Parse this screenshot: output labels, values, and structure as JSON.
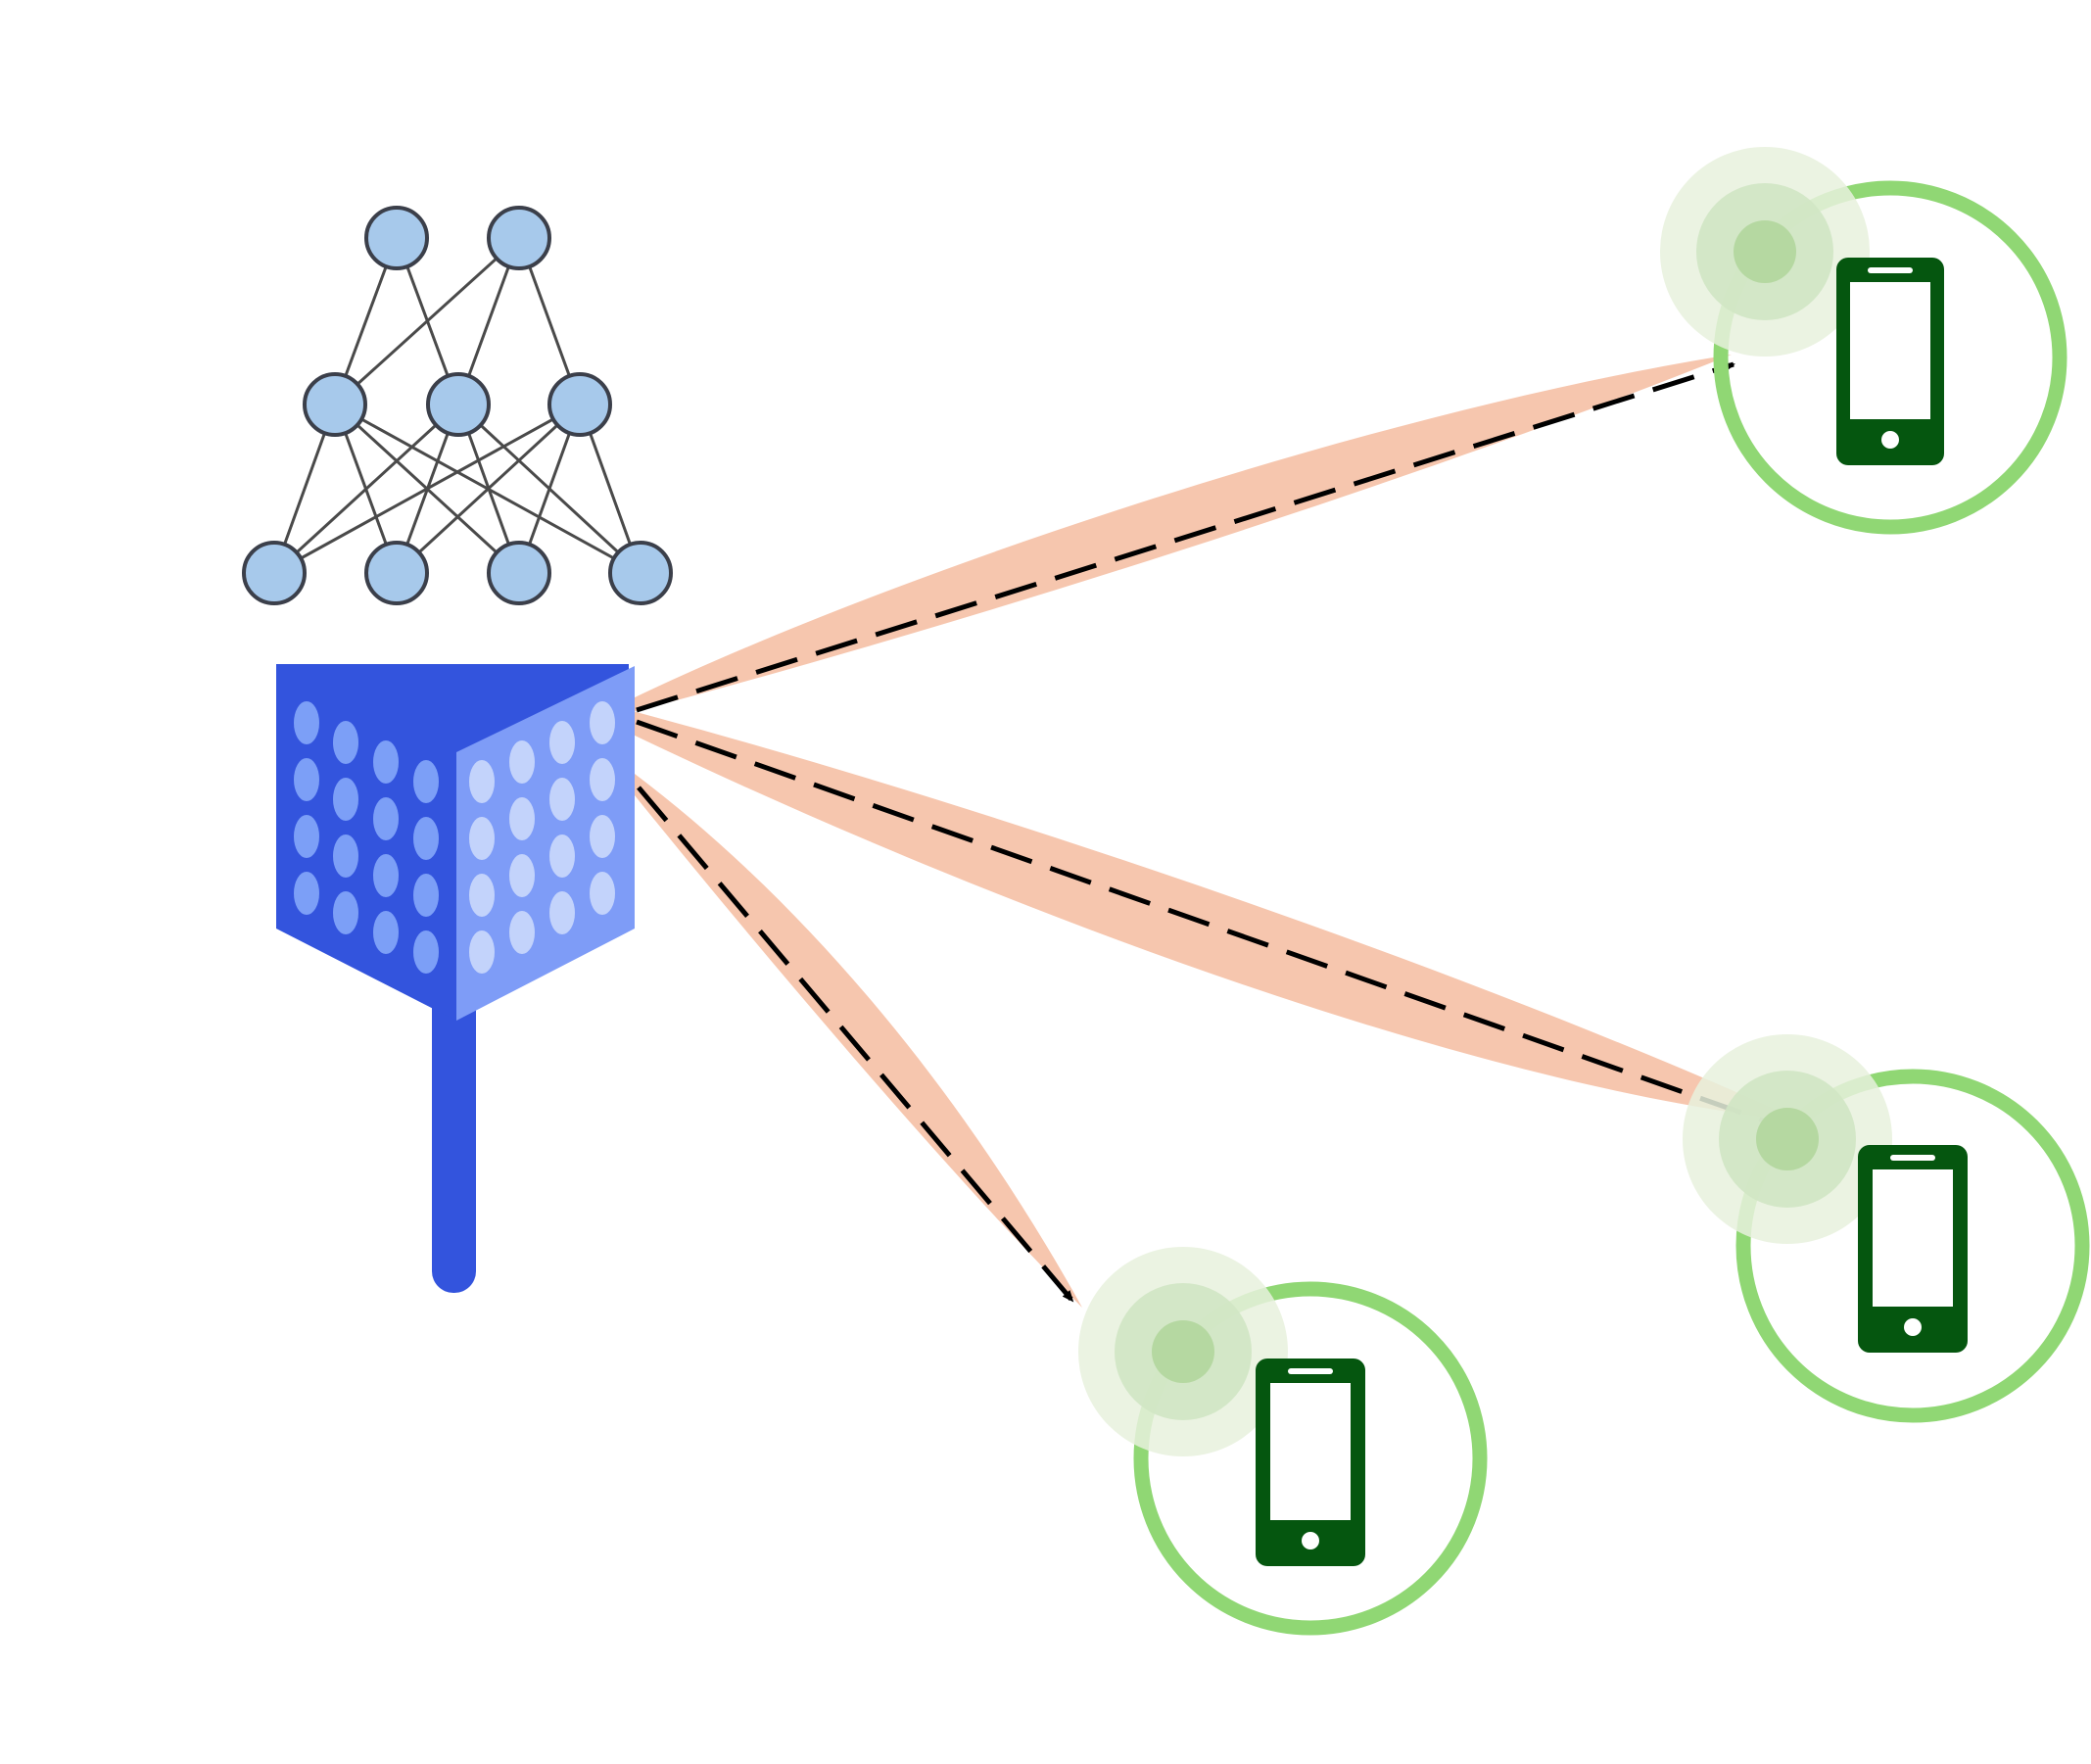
{
  "diagram": {
    "description_free": true,
    "colors": {
      "nn_node_fill": "#a7c9eb",
      "nn_node_stroke": "#3b3f4a",
      "nn_edge": "#4a4a4a",
      "antenna_front": "#3354dd",
      "antenna_side": "#7e9cf7",
      "antenna_dot_front": "#7c9ff7",
      "antenna_dot_side": "#c3d3fb",
      "beam": "#f6c6ae",
      "arrow": "#000000",
      "user_ring": "#90d774",
      "phone": "#05560f",
      "signal_outer": "#e7f1dd",
      "signal_mid": "#d0e6c4",
      "signal_inner": "#b5d8a1"
    },
    "icons": {
      "network": "neural-network-icon",
      "base_station": "antenna-array-icon",
      "user": "smartphone-icon",
      "signal": "signal-ripple-icon"
    },
    "neural_network": {
      "layers": [
        2,
        3,
        4
      ]
    },
    "users": [
      {
        "id": "user-top-right"
      },
      {
        "id": "user-middle-right"
      },
      {
        "id": "user-bottom"
      }
    ]
  }
}
